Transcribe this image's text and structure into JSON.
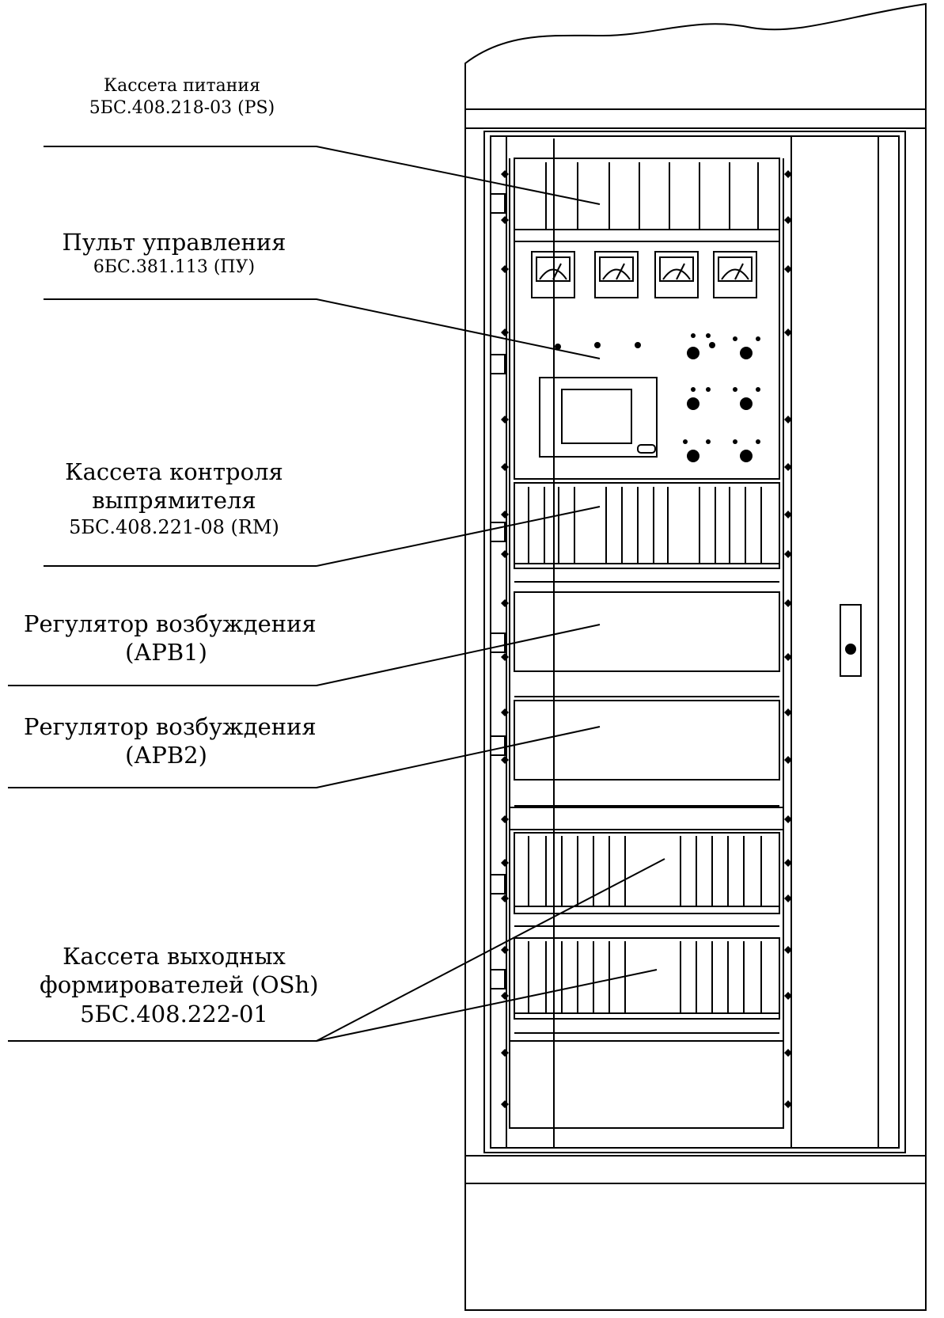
{
  "labels": {
    "ps": {
      "line1": "Кассета питания",
      "line2": "5БС.408.218-03 (PS)"
    },
    "pu": {
      "line1": "Пульт управления",
      "line2": "6БС.381.113 (ПУ)"
    },
    "rm": {
      "line1": "Кассета контроля",
      "line2": "выпрямителя",
      "line3": "5БС.408.221-08 (RM)"
    },
    "arv1": {
      "line1": "Регулятор возбуждения",
      "line2": "(АРВ1)"
    },
    "arv2": {
      "line1": "Регулятор возбуждения",
      "line2": "(АРВ2)"
    },
    "osh": {
      "line1": "Кассета выходных",
      "line2": "формирователей (OSh)",
      "line3": "5БС.408.222-01"
    }
  },
  "icons": {
    "meter": "analog-meter-icon",
    "knob": "knob-icon",
    "screen": "display-screen-icon",
    "handle": "door-handle-icon"
  },
  "colors": {
    "line": "#000000",
    "background": "#ffffff"
  }
}
